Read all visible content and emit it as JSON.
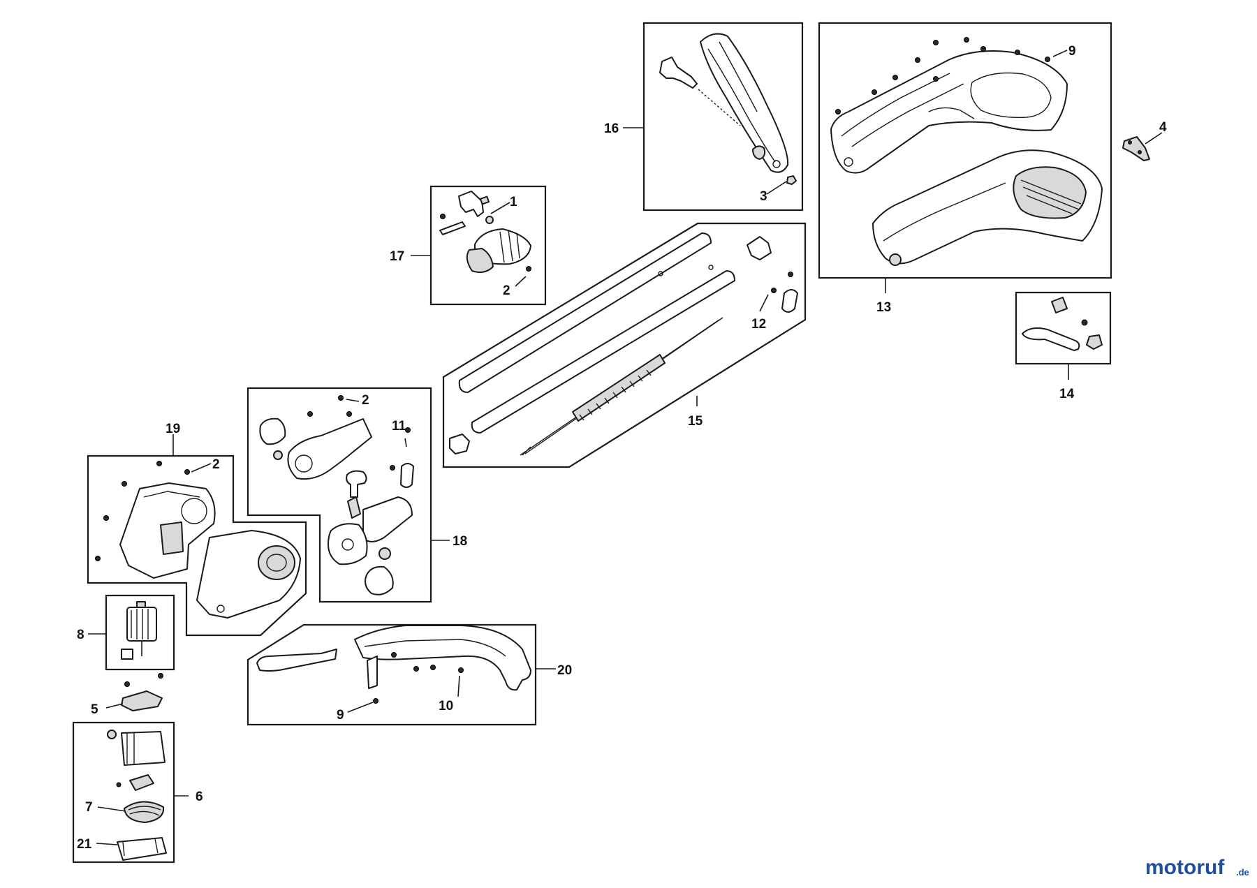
{
  "callouts": [
    "1",
    "2",
    "3",
    "4",
    "5",
    "6",
    "7",
    "8",
    "9",
    "10",
    "11",
    "12",
    "13",
    "14",
    "15",
    "16",
    "17",
    "18",
    "19",
    "20",
    "21"
  ],
  "logo": {
    "main": "motoruf",
    "suffix": ".de",
    "color_main": "#1e4f9c",
    "color_dot": "#e0a020"
  }
}
